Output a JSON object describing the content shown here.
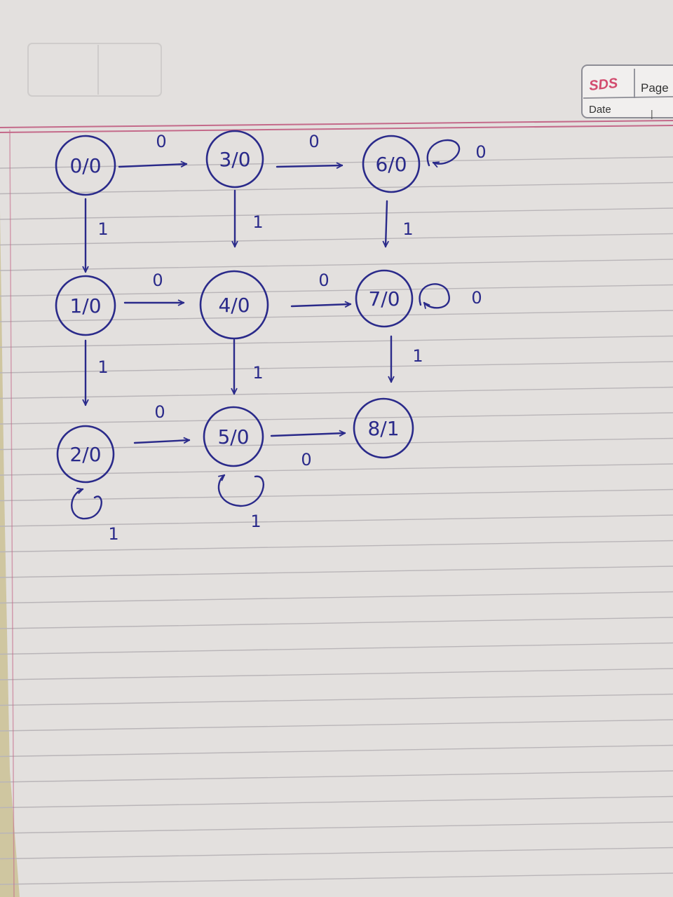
{
  "header": {
    "brand": "SDS",
    "page_label": "Page",
    "date_label": "Date",
    "date_value": "|"
  },
  "colors": {
    "ink": "#2a2a8a",
    "paper": "#ece9e6",
    "rule": "#b9b5b8",
    "margin": "#c46a8a",
    "brand": "#d24b6e"
  },
  "diagram": {
    "states": [
      {
        "id": "s0",
        "label": "0/0"
      },
      {
        "id": "s3",
        "label": "3/0"
      },
      {
        "id": "s6",
        "label": "6/0"
      },
      {
        "id": "s1",
        "label": "1/0"
      },
      {
        "id": "s4",
        "label": "4/0"
      },
      {
        "id": "s7",
        "label": "7/0"
      },
      {
        "id": "s2",
        "label": "2/0"
      },
      {
        "id": "s5",
        "label": "5/0"
      },
      {
        "id": "s8",
        "label": "8/1"
      }
    ],
    "transitions": [
      {
        "from": "s0",
        "to": "s3",
        "input": "0"
      },
      {
        "from": "s3",
        "to": "s6",
        "input": "0"
      },
      {
        "from": "s6",
        "to": "s6",
        "input": "0"
      },
      {
        "from": "s0",
        "to": "s1",
        "input": "1"
      },
      {
        "from": "s3",
        "to": "s4",
        "input": "1"
      },
      {
        "from": "s6",
        "to": "s7",
        "input": "1"
      },
      {
        "from": "s1",
        "to": "s4",
        "input": "0"
      },
      {
        "from": "s4",
        "to": "s7",
        "input": "0"
      },
      {
        "from": "s7",
        "to": "s7",
        "input": "0"
      },
      {
        "from": "s1",
        "to": "s2",
        "input": "1"
      },
      {
        "from": "s4",
        "to": "s5",
        "input": "1"
      },
      {
        "from": "s7",
        "to": "s8",
        "input": "1"
      },
      {
        "from": "s2",
        "to": "s5",
        "input": "0"
      },
      {
        "from": "s5",
        "to": "s8",
        "input": "0"
      },
      {
        "from": "s2",
        "to": "s2",
        "input": "1"
      },
      {
        "from": "s5",
        "to": "s5",
        "input": "1"
      }
    ]
  }
}
